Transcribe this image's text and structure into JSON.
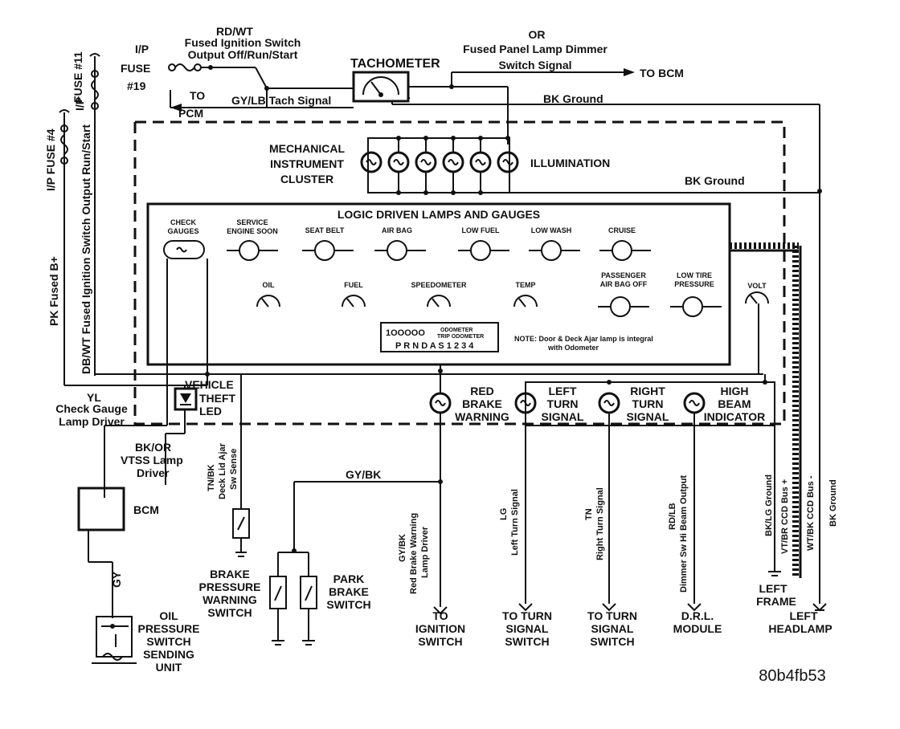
{
  "labels": {
    "rd_wt": "RD/WT",
    "fused_ign_1": "Fused Ignition Switch",
    "fused_ign_2": "Output Off/Run/Start",
    "ip_fuse19_a": "I/P",
    "ip_fuse19_b": "FUSE",
    "ip_fuse19_c": "#19",
    "ip_fuse11_a": "I/P",
    "ip_fuse11_b": "FUSE #11",
    "ip_fuse4": "I/P FUSE #4",
    "pk_fused_b": "PK Fused B+",
    "db_wt": "DB/WT  Fused Ignition Switch Output Run/Start",
    "tachometer": "TACHOMETER",
    "to_pcm_a": "TO",
    "to_pcm_b": "PCM",
    "gy_lb_tach": "GY/LB  Tach Signal",
    "or": "OR",
    "fused_panel": "Fused Panel Lamp Dimmer",
    "switch_signal": "Switch Signal",
    "to_bcm": "TO BCM",
    "bk_ground": "BK  Ground",
    "mech_1": "MECHANICAL",
    "mech_2": "INSTRUMENT",
    "mech_3": "CLUSTER",
    "illumination": "ILLUMINATION",
    "logic_title": "LOGIC DRIVEN LAMPS AND GAUGES",
    "check_gauges_1": "CHECK",
    "check_gauges_2": "GAUGES",
    "service_1": "SERVICE",
    "service_2": "ENGINE SOON",
    "seat_belt": "SEAT BELT",
    "air_bag": "AIR BAG",
    "low_fuel": "LOW FUEL",
    "low_wash": "LOW WASH",
    "cruise": "CRUISE",
    "oil": "OIL",
    "fuel": "FUEL",
    "speedometer": "SPEEDOMETER",
    "temp": "TEMP",
    "pass_airbag_1": "PASSENGER",
    "pass_airbag_2": "AIR BAG OFF",
    "low_tire_1": "LOW TIRE",
    "low_tire_2": "PRESSURE",
    "volt": "VOLT",
    "odo_digits": "1OOOOO",
    "odo_label_1": "ODOMETER",
    "odo_label_2": "TRIP ODOMETER",
    "prndl": "P R N D A S 1 2 3 4",
    "note_1": "NOTE: Door & Deck Ajar lamp is integral",
    "note_2": "with Odometer",
    "yl": "YL",
    "check_gauge_lamp_1": "Check Gauge",
    "check_gauge_lamp_2": "Lamp Driver",
    "vehicle_1": "VEHICLE",
    "vehicle_2": "THEFT",
    "vehicle_3": "LED",
    "bk_or": "BK/OR",
    "vtss_1": "VTSS Lamp",
    "vtss_2": "Driver",
    "bcm": "BCM",
    "gy": "GY",
    "oil_press_1": "OIL",
    "oil_press_2": "PRESSURE",
    "oil_press_3": "SWITCH",
    "oil_press_4": "SENDING",
    "oil_press_5": "UNIT",
    "tn_bk": "TN/BK",
    "deck_lid": "Deck Lid Ajar",
    "sw_sense": "Sw Sense",
    "brake_press_1": "BRAKE",
    "brake_press_2": "PRESSURE",
    "brake_press_3": "WARNING",
    "brake_press_4": "SWITCH",
    "gy_bk": "GY/BK",
    "park_1": "PARK",
    "park_2": "BRAKE",
    "park_3": "SWITCH",
    "red_brake_1": "RED",
    "red_brake_2": "BRAKE",
    "red_brake_3": "WARNING",
    "left_turn_1": "LEFT",
    "left_turn_2": "TURN",
    "left_turn_3": "SIGNAL",
    "right_turn_1": "RIGHT",
    "right_turn_2": "TURN",
    "right_turn_3": "SIGNAL",
    "high_beam_1": "HIGH",
    "high_beam_2": "BEAM",
    "high_beam_3": "INDICATOR",
    "w_gy_bk": "GY/BK",
    "w_red_brake_1": "Red Brake Warning",
    "w_red_brake_2": "Lamp Driver",
    "w_lg": "LG",
    "w_lg_2": "Left Turn Signal",
    "w_tn": "TN",
    "w_tn_2": "Right Turn Signal",
    "w_rd_lb": "RD/LB",
    "w_rd_lb_2": "Dimmer Sw Hi Beam Output",
    "w_bk_lg": "BK/LG  Ground",
    "w_vt_br": "VT/BR  CCD Bus +",
    "w_wt_bk": "WT/BK  CCD Bus -",
    "w_bk_gnd": "BK  Ground",
    "to_ign_1": "TO",
    "to_ign_2": "IGNITION",
    "to_ign_3": "SWITCH",
    "to_turn_1": "TO TURN",
    "to_turn_2": "SIGNAL",
    "to_turn_3": "SWITCH",
    "drl_1": "D.R.L.",
    "drl_2": "MODULE",
    "left_frame_1": "LEFT",
    "left_frame_2": "FRAME",
    "left_headlamp_1": "LEFT",
    "left_headlamp_2": "HEADLAMP",
    "figure_id": "80b4fb53"
  }
}
